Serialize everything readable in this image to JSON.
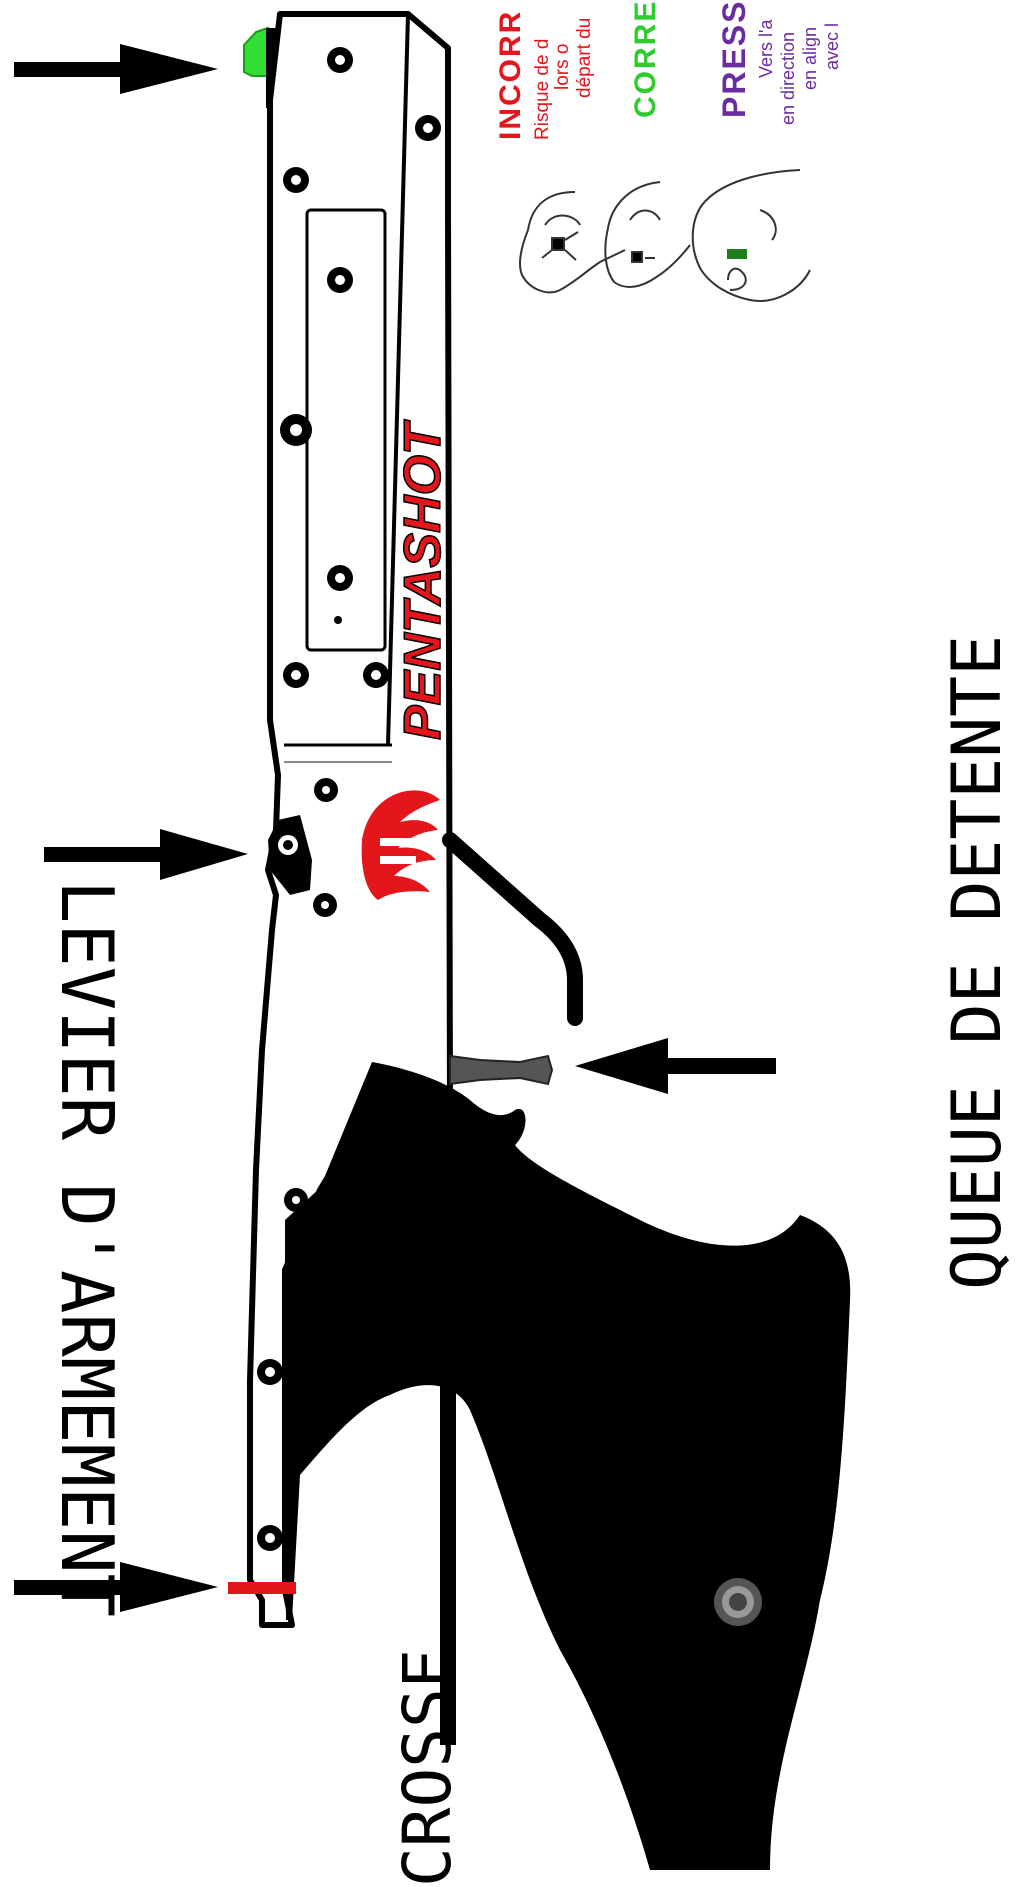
{
  "labels": {
    "levier": "LEVIER D'ARMEMENT",
    "queue": "QUEUE DE DETENTE",
    "crosse": "CROSSE"
  },
  "brand": {
    "text": "PENTASHOT",
    "color": "#e3161b"
  },
  "instructions": {
    "incorrect": {
      "title": "INCORR",
      "lines": [
        "Risque de d",
        "lors o",
        "départ du"
      ],
      "color": "#e3161b"
    },
    "correct": {
      "title": "CORRE",
      "color": "#2ecc2e"
    },
    "pression": {
      "title": "PRESS",
      "lines": [
        "Vers l'a",
        "en direction",
        "en align",
        "avec l"
      ],
      "color": "#6a2c9e"
    }
  },
  "colors": {
    "cocking_tab": "#33dd33",
    "butt_marker": "#e3161b",
    "grip": "#000000",
    "frame_outline": "#000000",
    "trigger": "#555555"
  }
}
